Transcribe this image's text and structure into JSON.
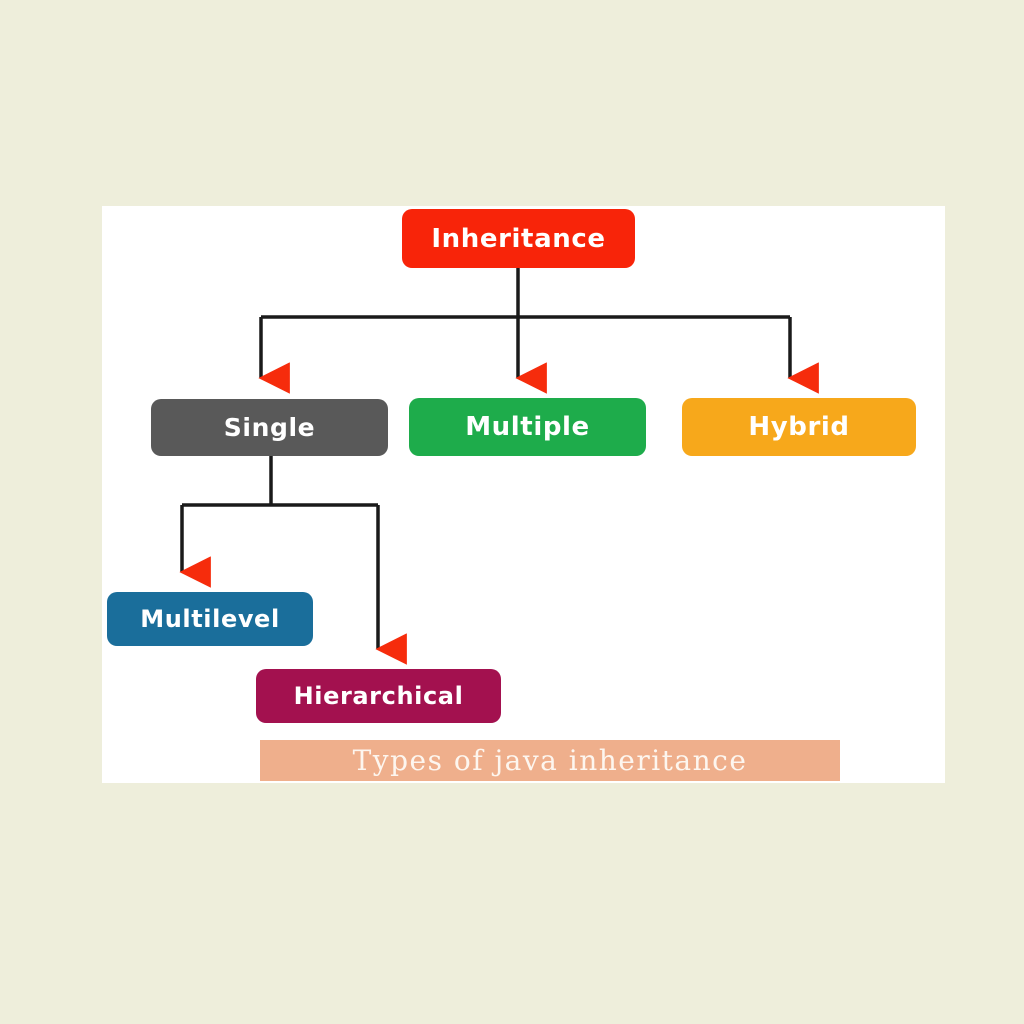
{
  "page": {
    "background_color": "#eeeedb",
    "panel_color": "#ffffff"
  },
  "diagram": {
    "type": "tree",
    "title": "Types of java inheritance",
    "line_color": "#1a1a1a",
    "arrowhead_color": "#f62c0c",
    "root": {
      "id": "inheritance",
      "label": "Inheritance",
      "color": "#f82409"
    },
    "nodes": [
      {
        "id": "inheritance",
        "label": "Inheritance",
        "color": "#f82409",
        "level": 0,
        "parent": null
      },
      {
        "id": "single",
        "label": "Single",
        "color": "#595959",
        "level": 1,
        "parent": "inheritance"
      },
      {
        "id": "multiple",
        "label": "Multiple",
        "color": "#1eac4b",
        "level": 1,
        "parent": "inheritance"
      },
      {
        "id": "hybrid",
        "label": "Hybrid",
        "color": "#f7a81b",
        "level": 1,
        "parent": "inheritance"
      },
      {
        "id": "multilevel",
        "label": "Multilevel",
        "color": "#1a6e9b",
        "level": 2,
        "parent": "single"
      },
      {
        "id": "hierarchical",
        "label": "Hierarchical",
        "color": "#a3114f",
        "level": 2,
        "parent": "single"
      }
    ],
    "edges": [
      {
        "from": "inheritance",
        "to": "single"
      },
      {
        "from": "inheritance",
        "to": "multiple"
      },
      {
        "from": "inheritance",
        "to": "hybrid"
      },
      {
        "from": "single",
        "to": "multilevel"
      },
      {
        "from": "single",
        "to": "hierarchical"
      }
    ],
    "caption": {
      "text": "Types of java inheritance",
      "band_color": "#efaf8c",
      "text_color": "#fdf6ef"
    }
  }
}
